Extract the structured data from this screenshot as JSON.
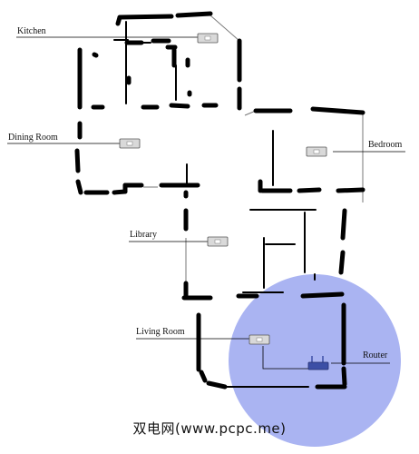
{
  "rooms": {
    "kitchen": "Kitchen",
    "dining_room": "Dining Room",
    "bedroom": "Bedroom",
    "library": "Library",
    "living_room": "Living Room",
    "router": "Router"
  },
  "watermark": "双电网(www.pcpc.me)",
  "colors": {
    "coverage": "#aab4f2",
    "router": "#3c4fa6",
    "walls": "#000000"
  },
  "icons": {
    "extender": "wifi-extender-icon",
    "router": "router-icon"
  }
}
